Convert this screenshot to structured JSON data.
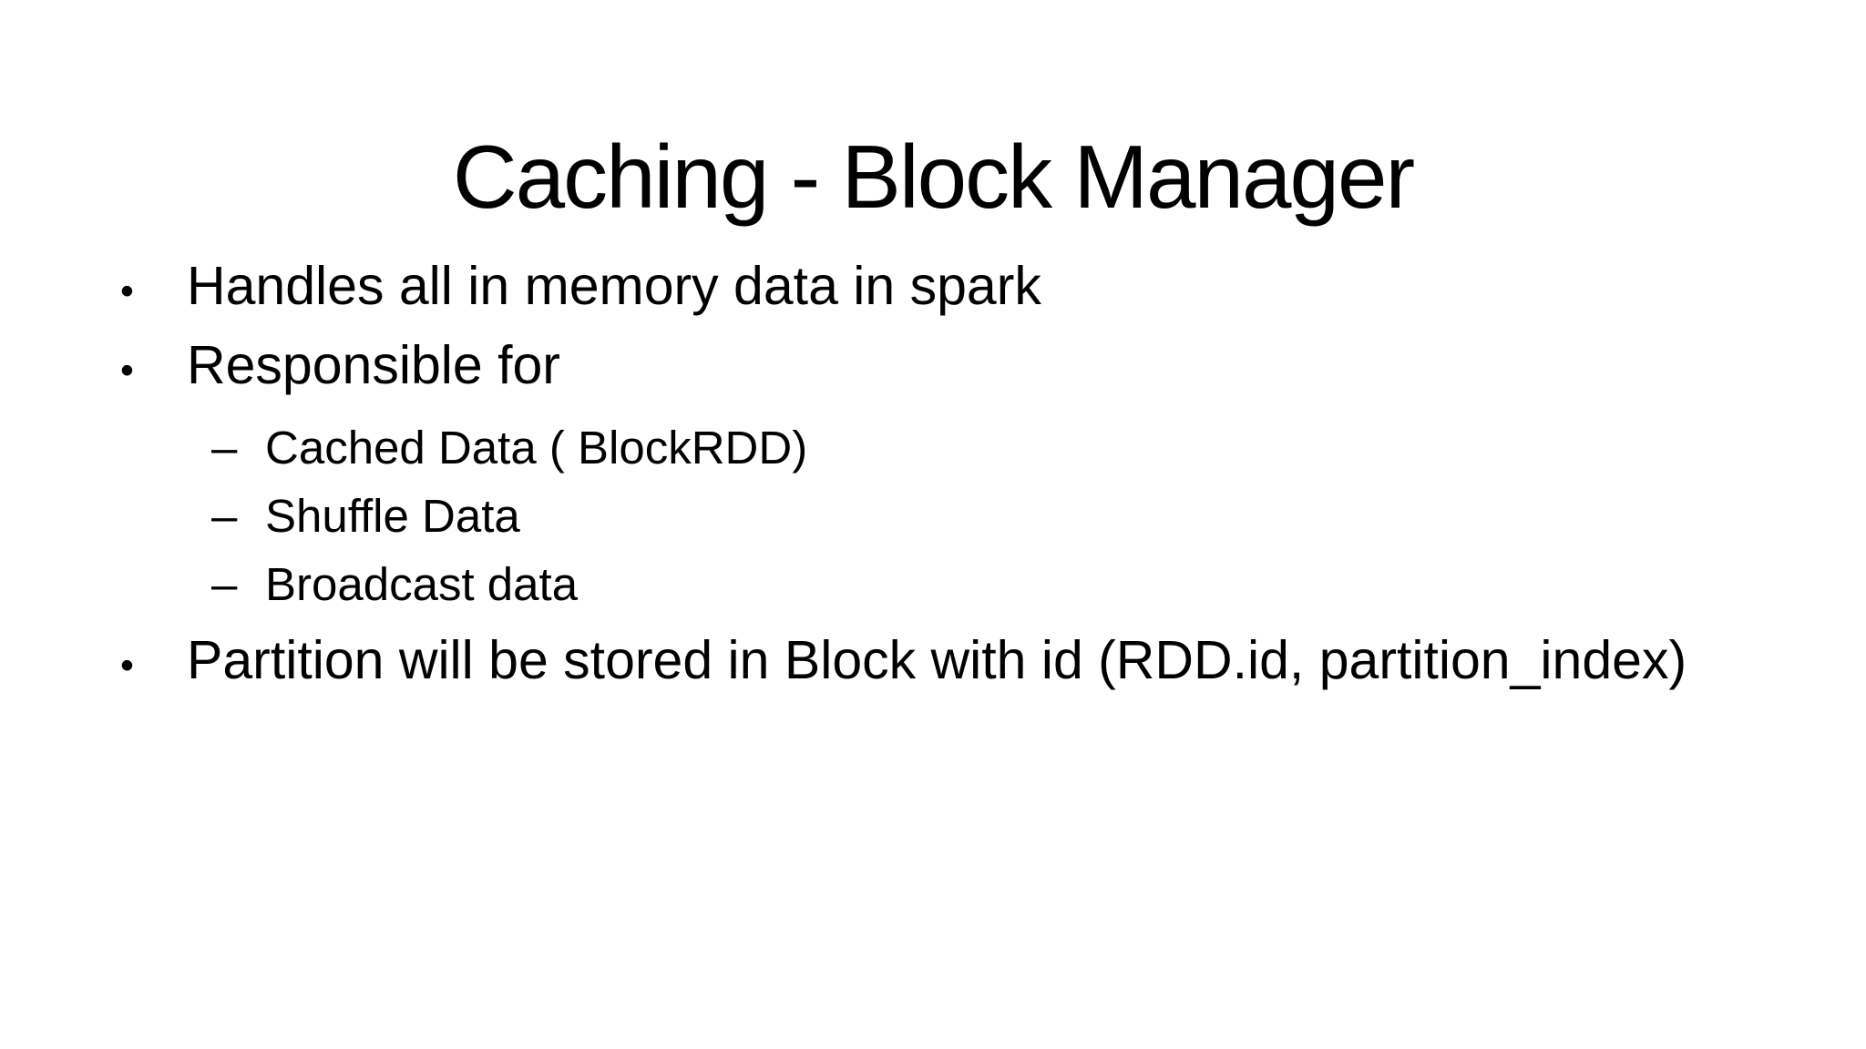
{
  "slide": {
    "title": "Caching - Block Manager",
    "bullet_glyphs": {
      "level1": "•",
      "level2": "–"
    },
    "bullets": [
      {
        "level": 1,
        "text": "Handles all in memory data in spark"
      },
      {
        "level": 1,
        "text": "Responsible for"
      },
      {
        "level": 2,
        "text": "Cached Data ( BlockRDD)"
      },
      {
        "level": 2,
        "text": "Shuffle Data"
      },
      {
        "level": 2,
        "text": "Broadcast data"
      },
      {
        "level": 1,
        "text": "Partition will be stored in Block with id (RDD.id, partition_index)"
      }
    ],
    "colors": {
      "background": "#ffffff",
      "text": "#000000"
    }
  }
}
